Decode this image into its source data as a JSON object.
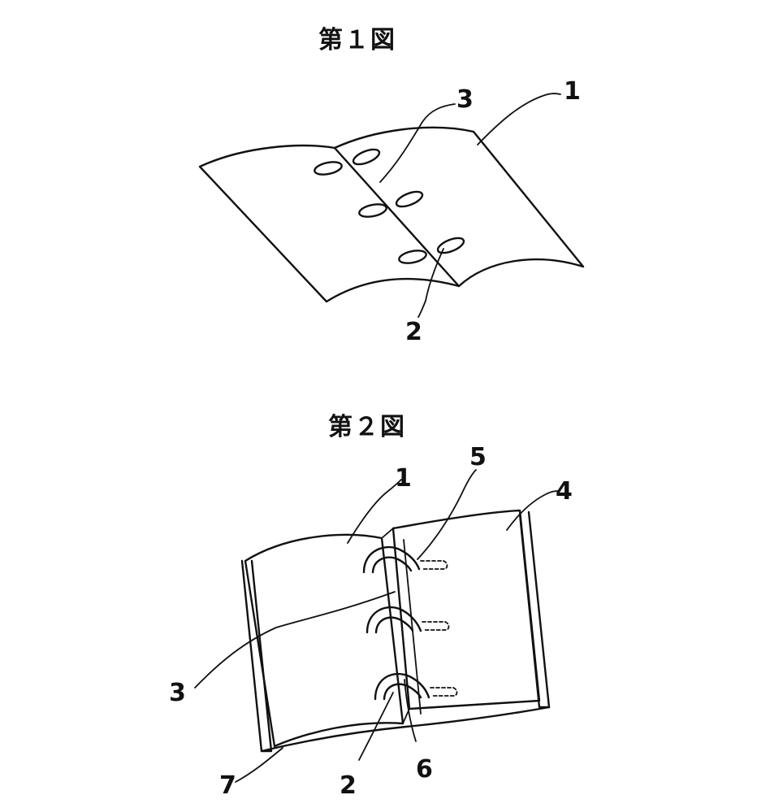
{
  "figures": [
    {
      "title": "第１図",
      "labels": {
        "sheet": "1",
        "binding_hole": "2",
        "fold": "3"
      }
    },
    {
      "title": "第２図",
      "labels": {
        "sheet": "1",
        "binding_hole": "2",
        "fold": "3",
        "page": "4",
        "ring": "5",
        "ring_joint": "6",
        "cover": "7"
      }
    }
  ]
}
